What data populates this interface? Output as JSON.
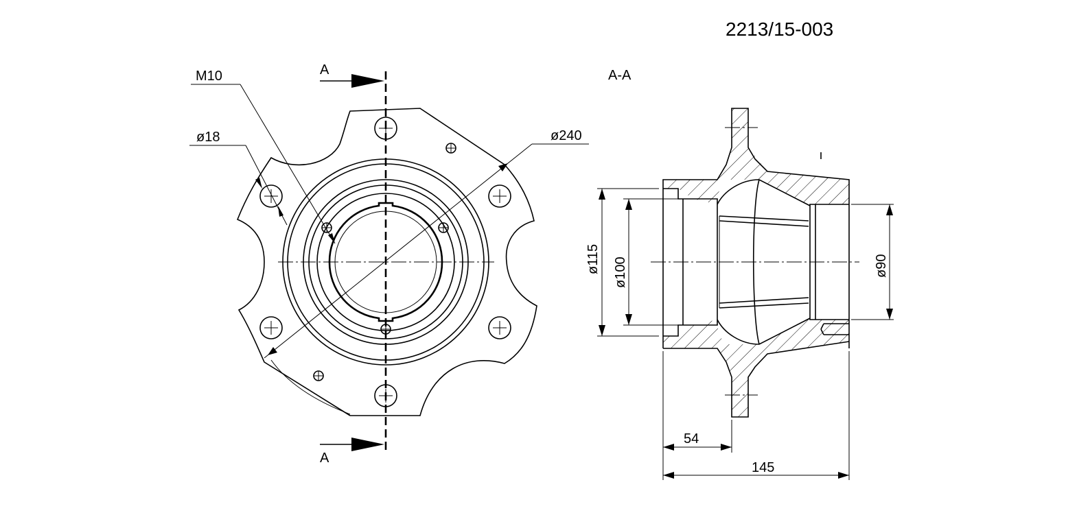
{
  "drawing": {
    "number": "2213/15-003",
    "section_label": "A-A",
    "cut_mark_top": "A",
    "cut_mark_bottom": "A"
  },
  "front_view": {
    "thread_label": "M10",
    "hole_diameter_label": "ø18",
    "outer_diameter_label": "ø240"
  },
  "section_view": {
    "dim_115_label": "ø115",
    "dim_100_label": "ø100",
    "dim_90_label": "ø90",
    "dim_54_label": "54",
    "dim_145_label": "145"
  }
}
